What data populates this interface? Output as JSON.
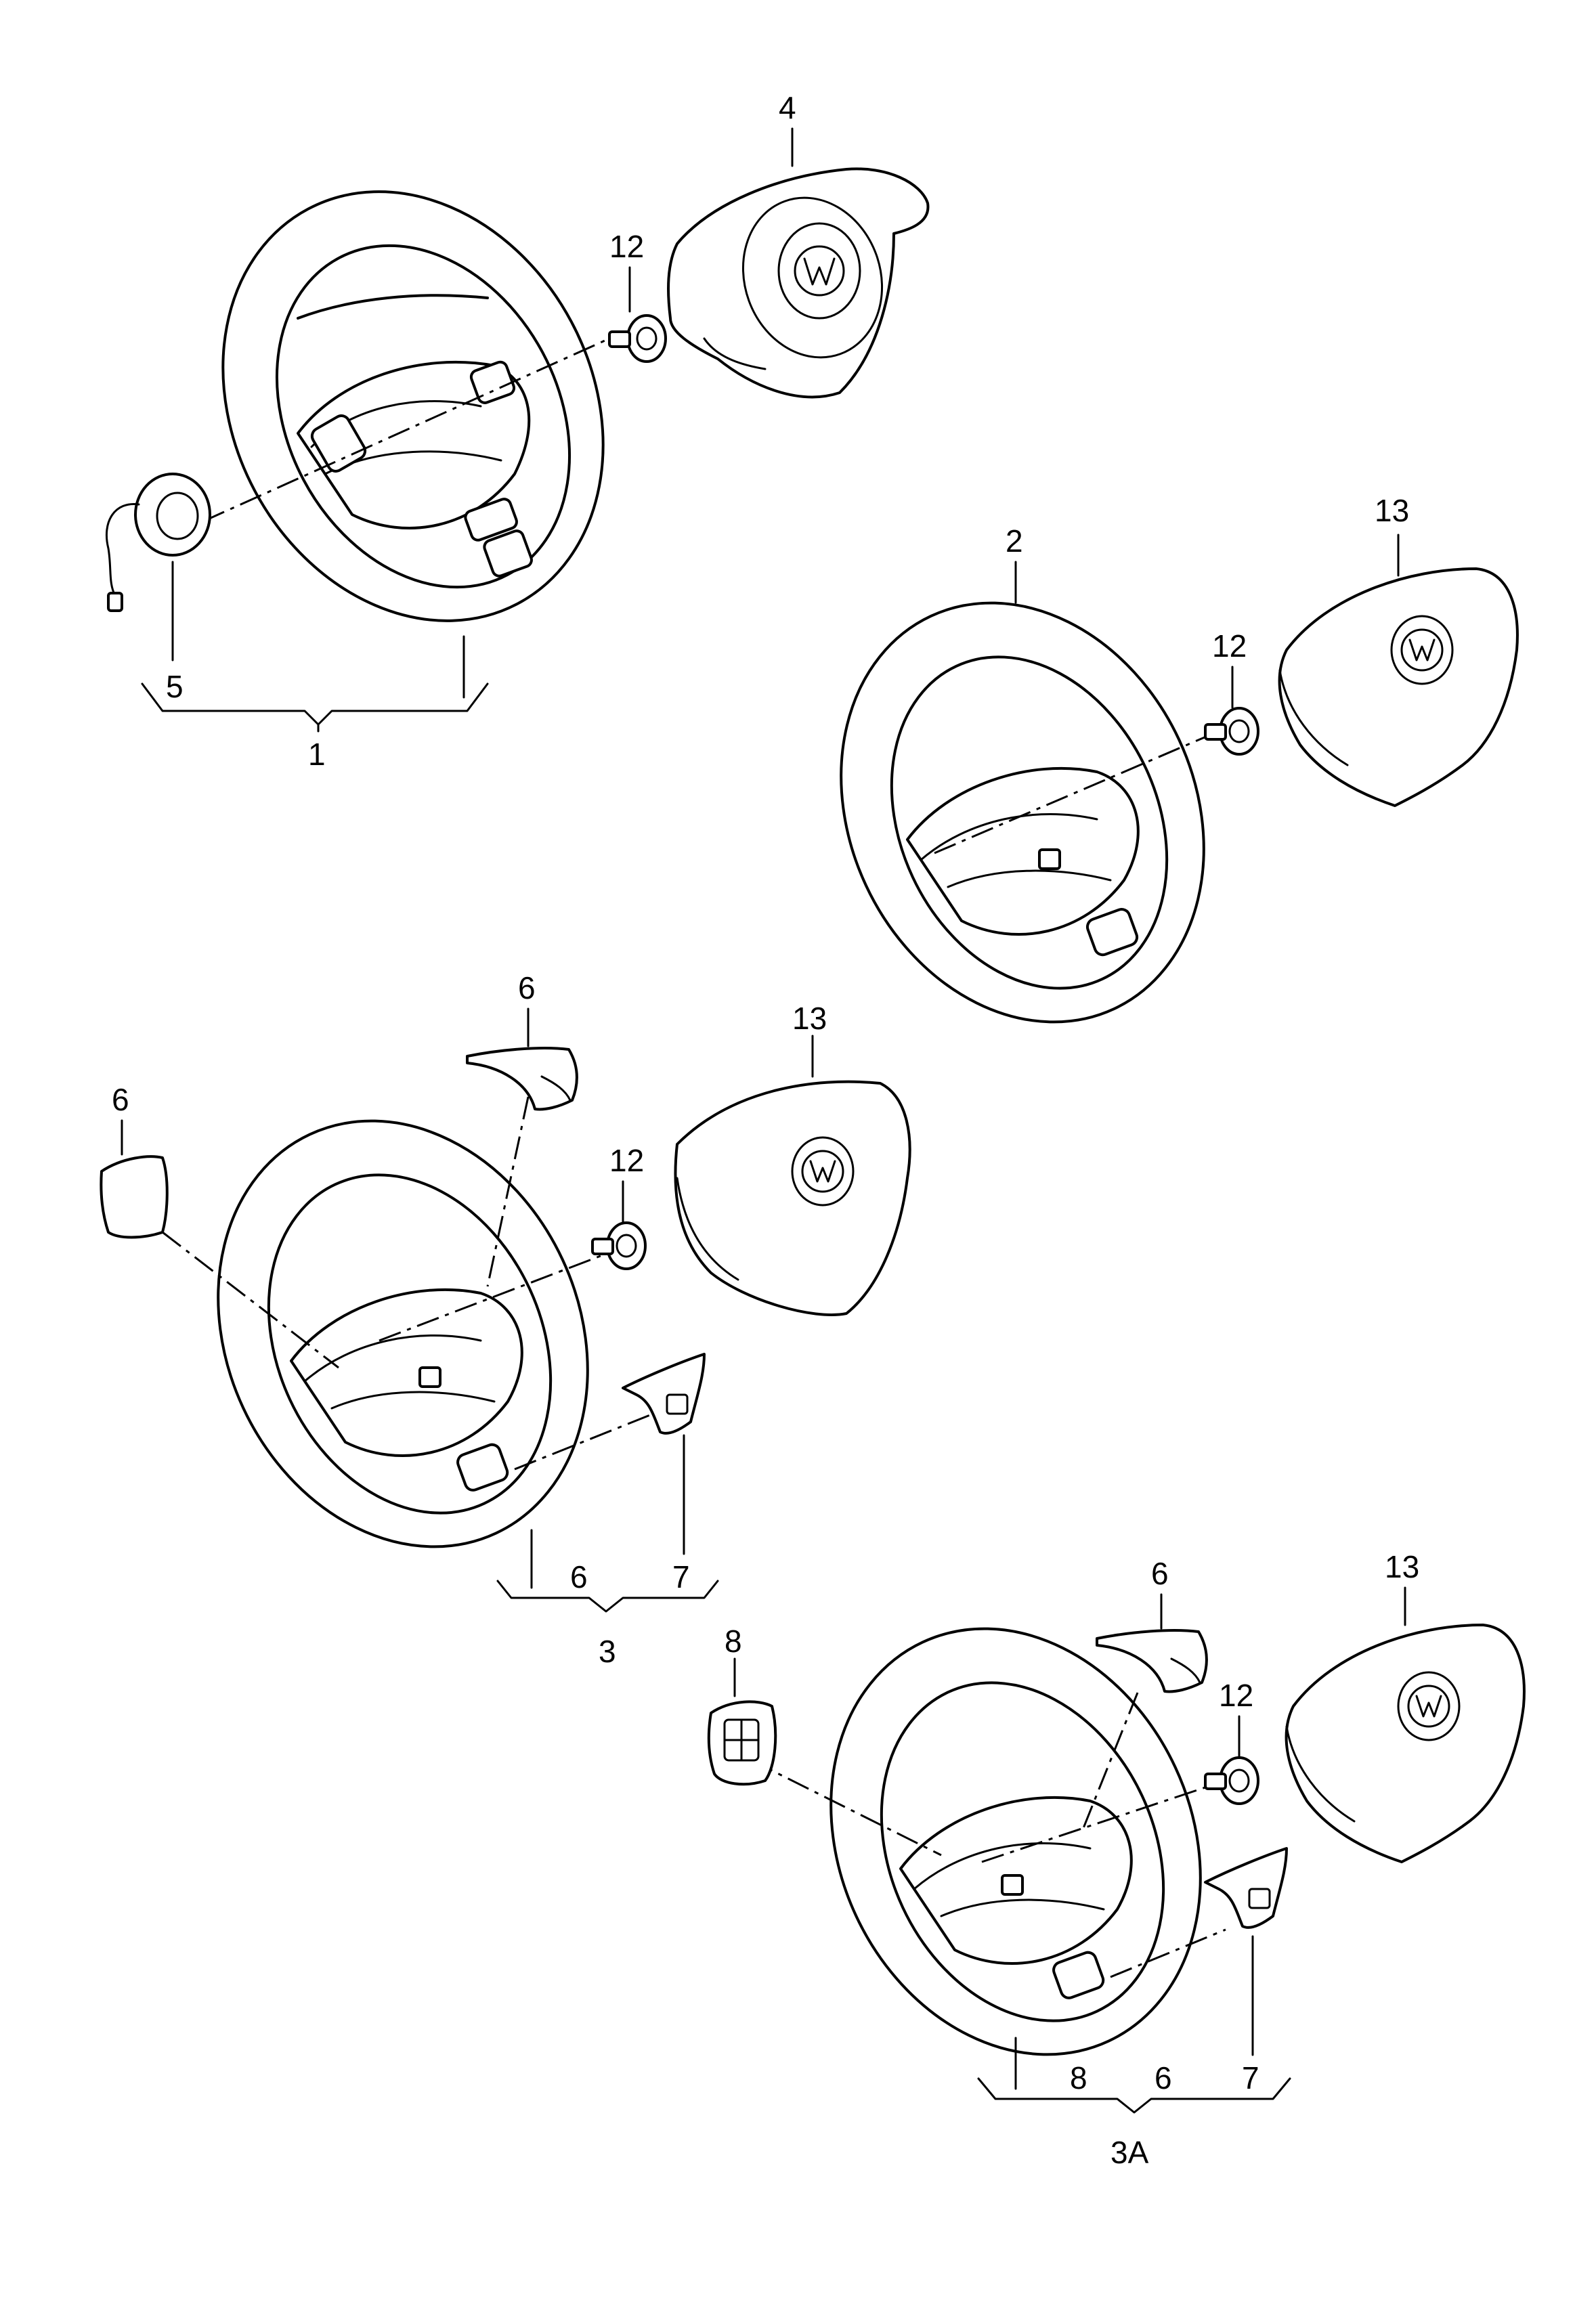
{
  "labels": {
    "assy1": "1",
    "assy1_wheel": "",
    "clock_spring": "5",
    "airbag_4": "4",
    "bolt_a": "12",
    "wheel_2": "2",
    "airbag_13_a": "13",
    "bolt_b": "12",
    "cover_6_top": "6",
    "cover_6_left": "6",
    "airbag_13_b": "13",
    "bolt_c": "12",
    "assy3": "3",
    "assy3_6": "6",
    "assy3_7": "7",
    "switch_8": "8",
    "cover_6_3a": "6",
    "airbag_13_c": "13",
    "bolt_d": "12",
    "assy3a": "3A",
    "assy3a_8": "8",
    "assy3a_6": "6",
    "assy3a_7": "7"
  },
  "colors": {
    "line": "#000000",
    "background": "#ffffff"
  }
}
